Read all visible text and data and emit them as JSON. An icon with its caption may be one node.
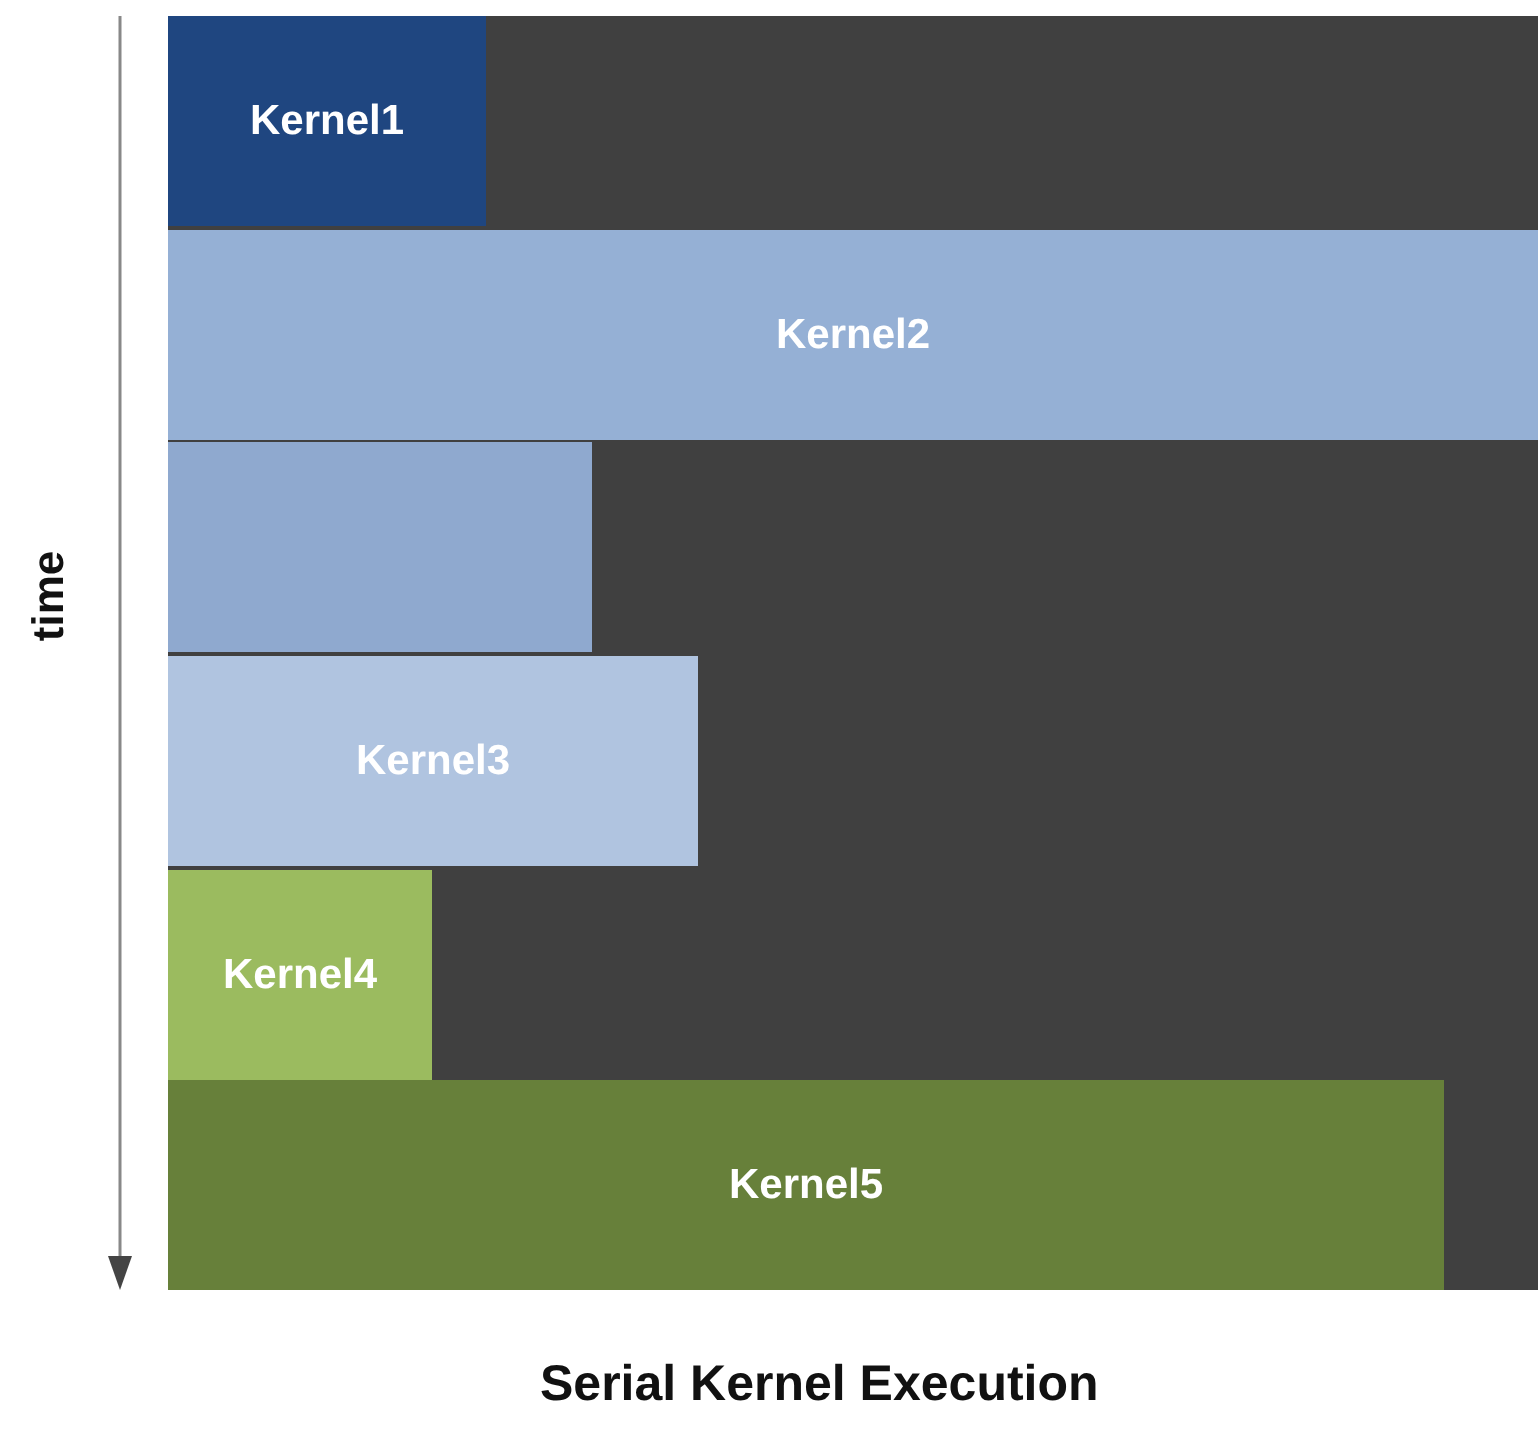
{
  "diagram": {
    "caption": "Serial Kernel Execution",
    "nodes": [
      {
        "text": [
          "Kernel1"
        ]
      },
      {
        "text": [
          "Kernel2"
        ]
      },
      {
        "text": [],
        "shape": "bar"
      },
      {
        "text": [
          "Kernel3"
        ]
      },
      {
        "text": [
          "Kernel4"
        ]
      },
      {
        "text": [
          "Kernel5"
        ]
      }
    ],
    "edges": [],
    "labels": [
      "time"
    ]
  }
}
